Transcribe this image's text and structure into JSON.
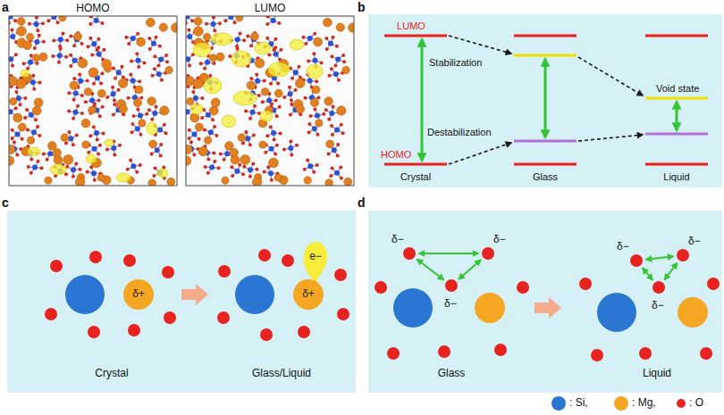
{
  "diagram": {
    "nodes": [
      {
        "text": [
          "δ+"
        ]
      },
      {
        "text": [
          "e−"
        ]
      },
      {
        "text": [
          "δ+"
        ]
      }
    ],
    "labels": [
      "a",
      "HOMO",
      "LUMO",
      "b",
      "LUMO",
      "Stabilization",
      "Void state",
      "Destabilization",
      "HOMO",
      "Crystal",
      "Glass",
      "Liquid",
      "c",
      "Crystal",
      "Glass/Liquid",
      "d",
      "δ−",
      "δ−",
      "δ−",
      "δ−",
      "δ−",
      "δ−",
      "Glass",
      "Liquid"
    ],
    "legend": [
      {
        "text": ": Si,",
        "color": "#2a76d2"
      },
      {
        "text": ": Mg,",
        "color": "#f5a623"
      },
      {
        "text": ": O",
        "color": "#e8231f"
      }
    ]
  }
}
